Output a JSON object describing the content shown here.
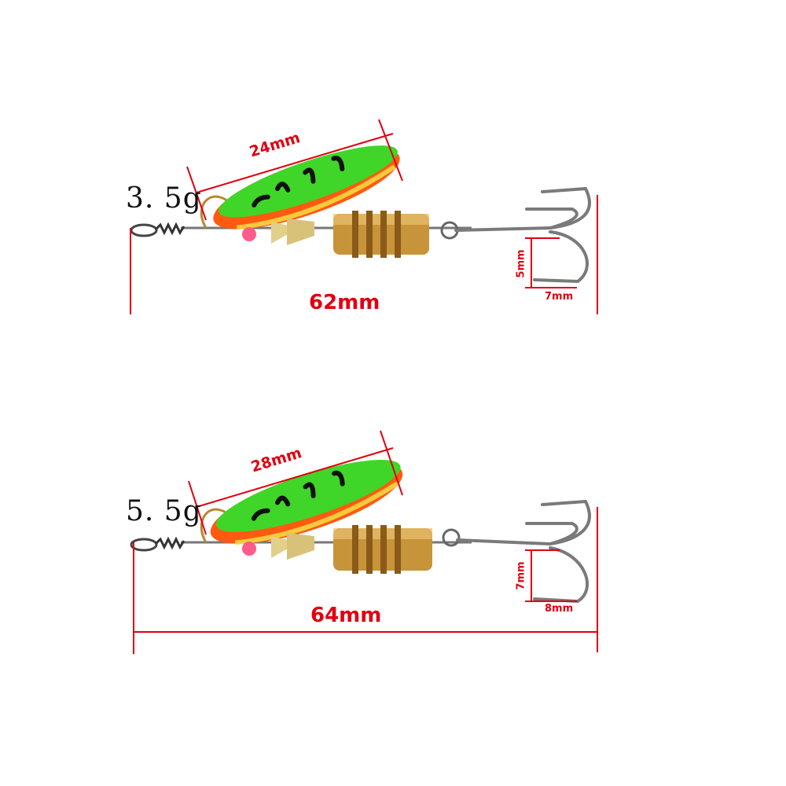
{
  "colors": {
    "dimension_line": "#e00010",
    "blade_green": "#3fd629",
    "blade_orange": "#ff5a10",
    "blade_yellow": "#f2e64a",
    "body_gold": "#c8943a",
    "bead_pink": "#ff5a8a",
    "hook_silver": "#8a8a8a"
  },
  "lures": [
    {
      "weight": "3. 5g",
      "blade_length": "24mm",
      "total_length": "62mm",
      "hook_gap_height": "5mm",
      "hook_gap_width": "7mm"
    },
    {
      "weight": "5. 5g",
      "blade_length": "28mm",
      "total_length": "64mm",
      "hook_gap_height": "7mm",
      "hook_gap_width": "8mm"
    }
  ]
}
